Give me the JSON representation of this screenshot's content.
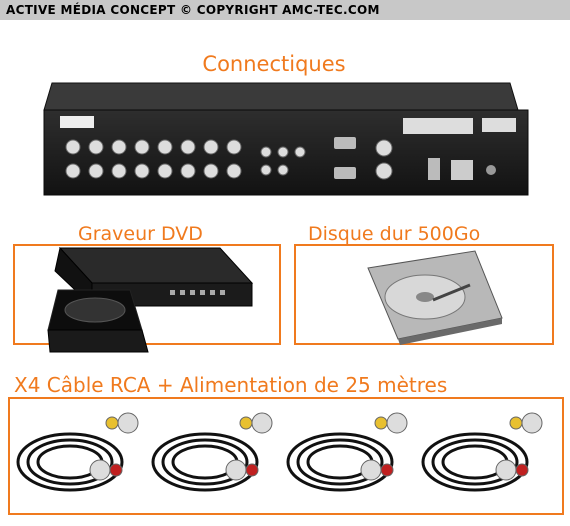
{
  "header": {
    "copyright": "ACTIVE MÉDIA CONCEPT © COPYRIGHT AMC-TEC.COM"
  },
  "sections": {
    "connectiques": "Connectiques",
    "graveur": "Graveur DVD",
    "disque": "Disque dur 500Go",
    "cables": "X4 Câble RCA + Alimentation de 25 mètres"
  },
  "colors": {
    "accent": "#f07a1e",
    "topbar": "#c8c8c8",
    "device": "#1b1b1b"
  }
}
